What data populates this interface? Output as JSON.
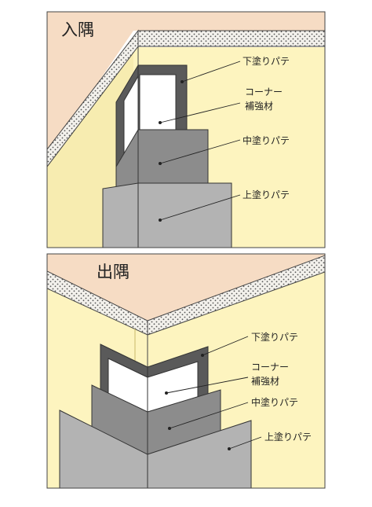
{
  "colors": {
    "ceiling": "#f6dcc4",
    "wall": "#fdf4bf",
    "wall_shade": "#f7ecb0",
    "gypsum": "#f3f1ec",
    "dots": "#555555",
    "outline": "#444444",
    "base_putty": "#5a5a5a",
    "reinforcement": "#ffffff",
    "mid_putty": "#8c8c8c",
    "top_putty": "#b3b3b3",
    "leader": "#222222"
  },
  "panels": [
    {
      "title": "入隅",
      "labels": {
        "base": "下塗りパテ",
        "reinforcement_line1": "コーナー",
        "reinforcement_line2": "補強材",
        "mid": "中塗りパテ",
        "top": "上塗りパテ"
      }
    },
    {
      "title": "出隅",
      "labels": {
        "base": "下塗りパテ",
        "reinforcement_line1": "コーナー",
        "reinforcement_line2": "補強材",
        "mid": "中塗りパテ",
        "top": "上塗りパテ"
      }
    }
  ]
}
